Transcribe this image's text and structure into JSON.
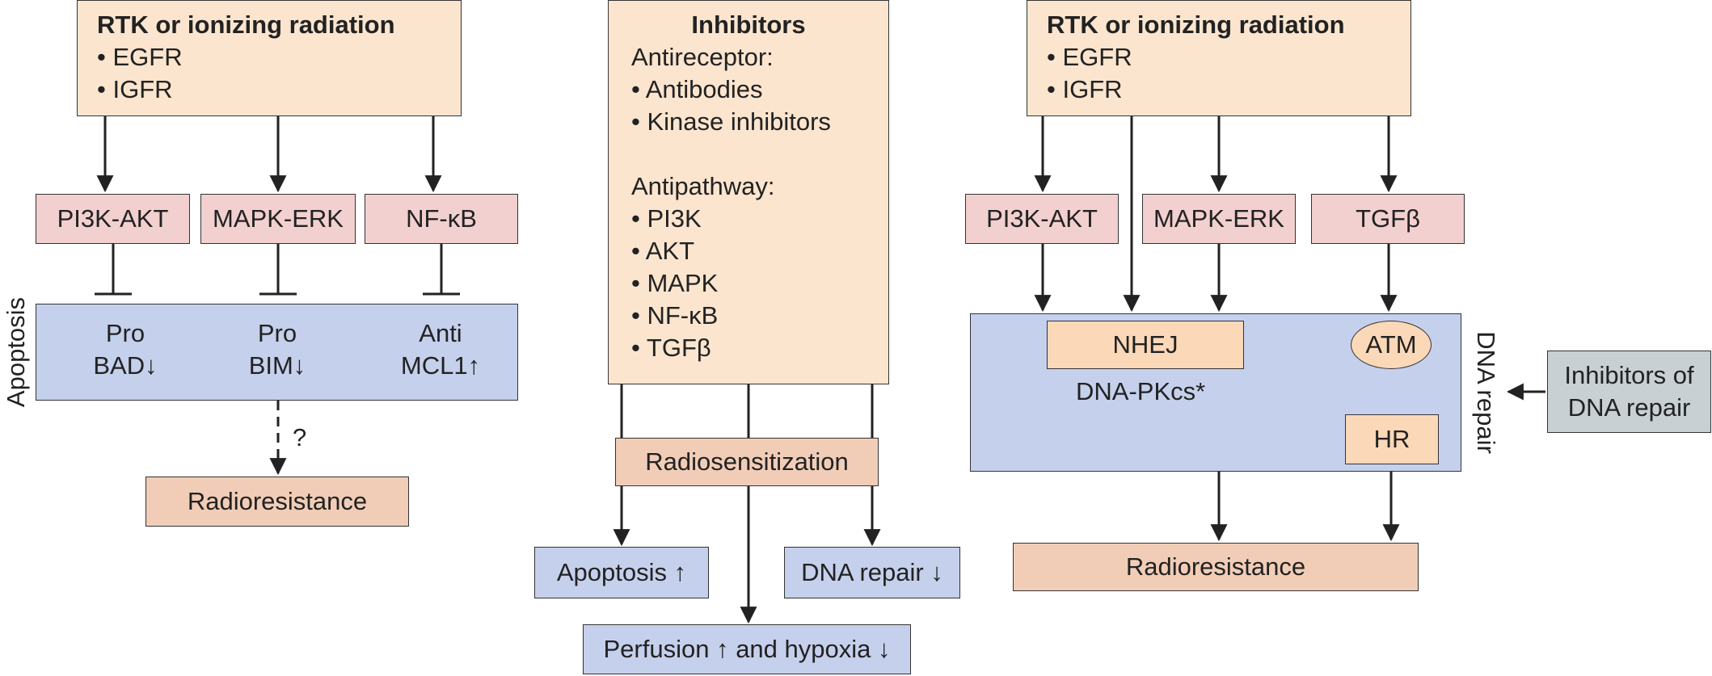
{
  "left": {
    "source": {
      "title": "RTK or ionizing radiation",
      "item1": "• EGFR",
      "item2": "• IGFR"
    },
    "pathways": [
      "PI3K-AKT",
      "MAPK-ERK",
      "NF-κB"
    ],
    "apoptosis_label": "Apoptosis",
    "apoptosis_cells": [
      {
        "line1": "Pro",
        "line2": "BAD↓"
      },
      {
        "line1": "Pro",
        "line2": "BIM↓"
      },
      {
        "line1": "Anti",
        "line2": "MCL1↑"
      }
    ],
    "question": "?",
    "outcome": "Radioresistance"
  },
  "middle": {
    "title": "Inhibitors",
    "antireceptor_heading": "Antireceptor:",
    "antireceptor_items": [
      "• Antibodies",
      "• Kinase inhibitors"
    ],
    "antipathway_heading": "Antipathway:",
    "antipathway_items": [
      "• PI3K",
      "• AKT",
      "• MAPK",
      "• NF-κB",
      "• TGFβ"
    ],
    "radiosensitization": "Radiosensitization",
    "effects": {
      "apoptosis": "Apoptosis ↑",
      "dna_repair": "DNA repair ↓",
      "perfusion": "Perfusion ↑ and hypoxia ↓"
    }
  },
  "right": {
    "source": {
      "title": "RTK or ionizing radiation",
      "item1": "• EGFR",
      "item2": "• IGFR"
    },
    "pathways": [
      "PI3K-AKT",
      "MAPK-ERK",
      "TGFβ"
    ],
    "nhej": "NHEJ",
    "atm": "ATM",
    "dnapk": "DNA-PKcs*",
    "hr": "HR",
    "dna_repair_label": "DNA repair",
    "inhibitors_dna_repair": {
      "line1": "Inhibitors of",
      "line2": "DNA repair"
    },
    "outcome": "Radioresistance"
  },
  "colors": {
    "peach": "#fbe5cf",
    "pink": "#f2d0cf",
    "blue": "#c5d0ec",
    "salmon": "#f1cdb7",
    "gray": "#c8d0d4",
    "line": "#222222"
  }
}
